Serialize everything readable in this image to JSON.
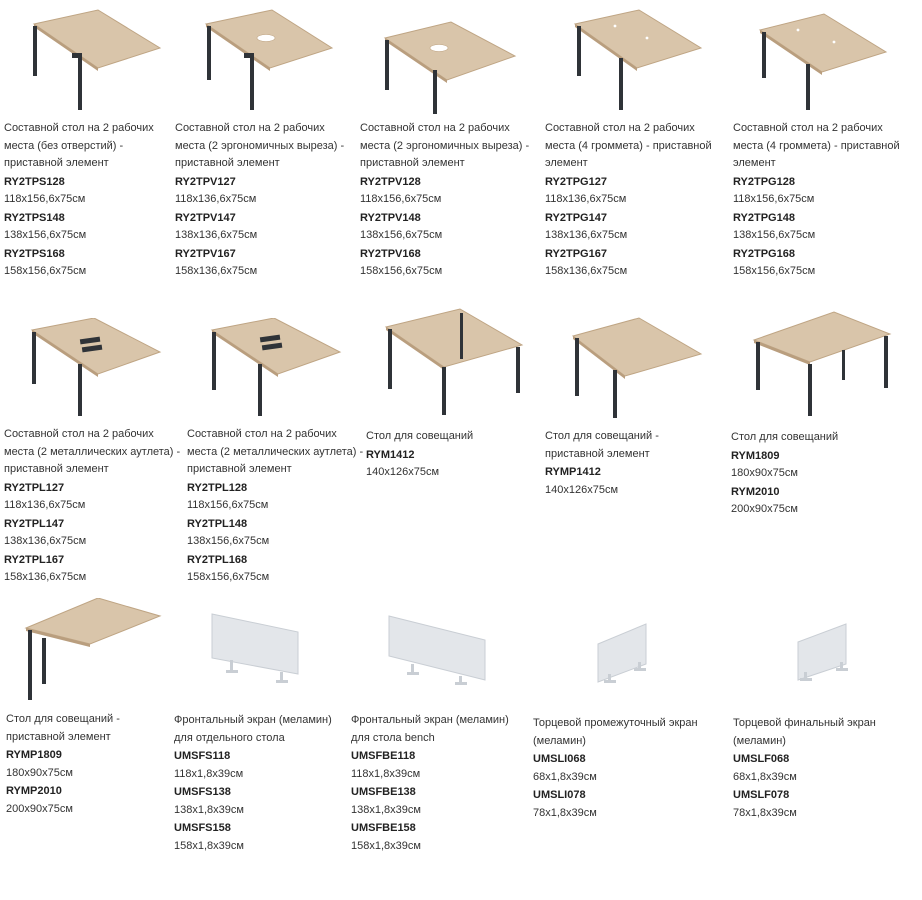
{
  "products": [
    {
      "description": "Составной стол на 2 рабочих места (без отверстий) - приставной элемент",
      "variants": [
        {
          "code": "RY2TPS128",
          "size": "118x156,6x75см"
        },
        {
          "code": "RY2TPS148",
          "size": "138x156,6x75см"
        },
        {
          "code": "RY2TPS168",
          "size": "158x156,6x75см"
        }
      ]
    },
    {
      "description": "Составной стол на 2 рабочих места (2 эргономичных выреза) - приставной элемент",
      "variants": [
        {
          "code": "RY2TPV127",
          "size": "118x136,6x75см"
        },
        {
          "code": "RY2TPV147",
          "size": "138x136,6x75см"
        },
        {
          "code": "RY2TPV167",
          "size": "158x136,6x75см"
        }
      ]
    },
    {
      "description": "Составной стол на 2 рабочих места (2 эргономичных выреза) - приставной элемент",
      "variants": [
        {
          "code": "RY2TPV128",
          "size": "118x156,6x75см"
        },
        {
          "code": "RY2TPV148",
          "size": "138x156,6x75см"
        },
        {
          "code": "RY2TPV168",
          "size": "158x156,6x75см"
        }
      ]
    },
    {
      "description": "Составной стол на 2 рабочих места (4 громмета) - приставной элемент",
      "variants": [
        {
          "code": "RY2TPG127",
          "size": "118x136,6x75см"
        },
        {
          "code": "RY2TPG147",
          "size": "138x136,6x75см"
        },
        {
          "code": "RY2TPG167",
          "size": "158x136,6x75см"
        }
      ]
    },
    {
      "description": "Составной стол на 2 рабочих места (4 громмета) - приставной элемент",
      "variants": [
        {
          "code": "RY2TPG128",
          "size": "118x156,6x75см"
        },
        {
          "code": "RY2TPG148",
          "size": "138x156,6x75см"
        },
        {
          "code": "RY2TPG168",
          "size": "158x156,6x75см"
        }
      ]
    },
    {
      "description": "Составной стол на 2 рабочих места (2 металлических аутлета) - приставной элемент",
      "variants": [
        {
          "code": "RY2TPL127",
          "size": "118x136,6x75см"
        },
        {
          "code": "RY2TPL147",
          "size": "138x136,6x75см"
        },
        {
          "code": "RY2TPL167",
          "size": "158x136,6x75см"
        }
      ]
    },
    {
      "description": "Составной стол на 2 рабочих места (2 металлических аутлета) - приставной элемент",
      "variants": [
        {
          "code": "RY2TPL128",
          "size": "118x156,6x75см"
        },
        {
          "code": "RY2TPL148",
          "size": "138x156,6x75см"
        },
        {
          "code": "RY2TPL168",
          "size": "158x156,6x75см"
        }
      ]
    },
    {
      "description": "Стол для совещаний",
      "variants": [
        {
          "code": "RYM1412",
          "size": "140x126x75см"
        }
      ]
    },
    {
      "description": "Стол для совещаний - приставной элемент",
      "variants": [
        {
          "code": "RYMP1412",
          "size": "140x126x75см"
        }
      ]
    },
    {
      "description": "Стол для совещаний",
      "variants": [
        {
          "code": "RYM1809",
          "size": "180x90x75см"
        },
        {
          "code": "RYM2010",
          "size": "200x90x75см"
        }
      ]
    },
    {
      "description": "Стол для совещаний - приставной элемент",
      "variants": [
        {
          "code": "RYMP1809",
          "size": "180x90x75см"
        },
        {
          "code": "RYMP2010",
          "size": "200x90x75см"
        }
      ]
    },
    {
      "description": "Фронтальный экран (меламин) для отдельного стола",
      "variants": [
        {
          "code": "UMSFS118",
          "size": "118x1,8x39см"
        },
        {
          "code": "UMSFS138",
          "size": "138x1,8x39см"
        },
        {
          "code": "UMSFS158",
          "size": "158x1,8x39см"
        }
      ]
    },
    {
      "description": "Фронтальный экран (меламин) для стола bench",
      "variants": [
        {
          "code": "UMSFBE118",
          "size": "118x1,8x39см"
        },
        {
          "code": "UMSFBE138",
          "size": "138x1,8x39см"
        },
        {
          "code": "UMSFBE158",
          "size": "158x1,8x39см"
        }
      ]
    },
    {
      "description": "Торцевой промежуточный экран (меламин)",
      "variants": [
        {
          "code": "UMSLI068",
          "size": "68x1,8x39см"
        },
        {
          "code": "UMSLI078",
          "size": "78x1,8x39см"
        }
      ]
    },
    {
      "description": "Торцевой финальный экран (меламин)",
      "variants": [
        {
          "code": "UMSLF068",
          "size": "68x1,8x39см"
        },
        {
          "code": "UMSLF078",
          "size": "78x1,8x39см"
        }
      ]
    }
  ],
  "colors": {
    "wood": "#d8c3a8",
    "wood_edge": "#bfa584",
    "metal": "#2f3338",
    "screen": "#e3e6ea",
    "screen_edge": "#c9ced4"
  }
}
